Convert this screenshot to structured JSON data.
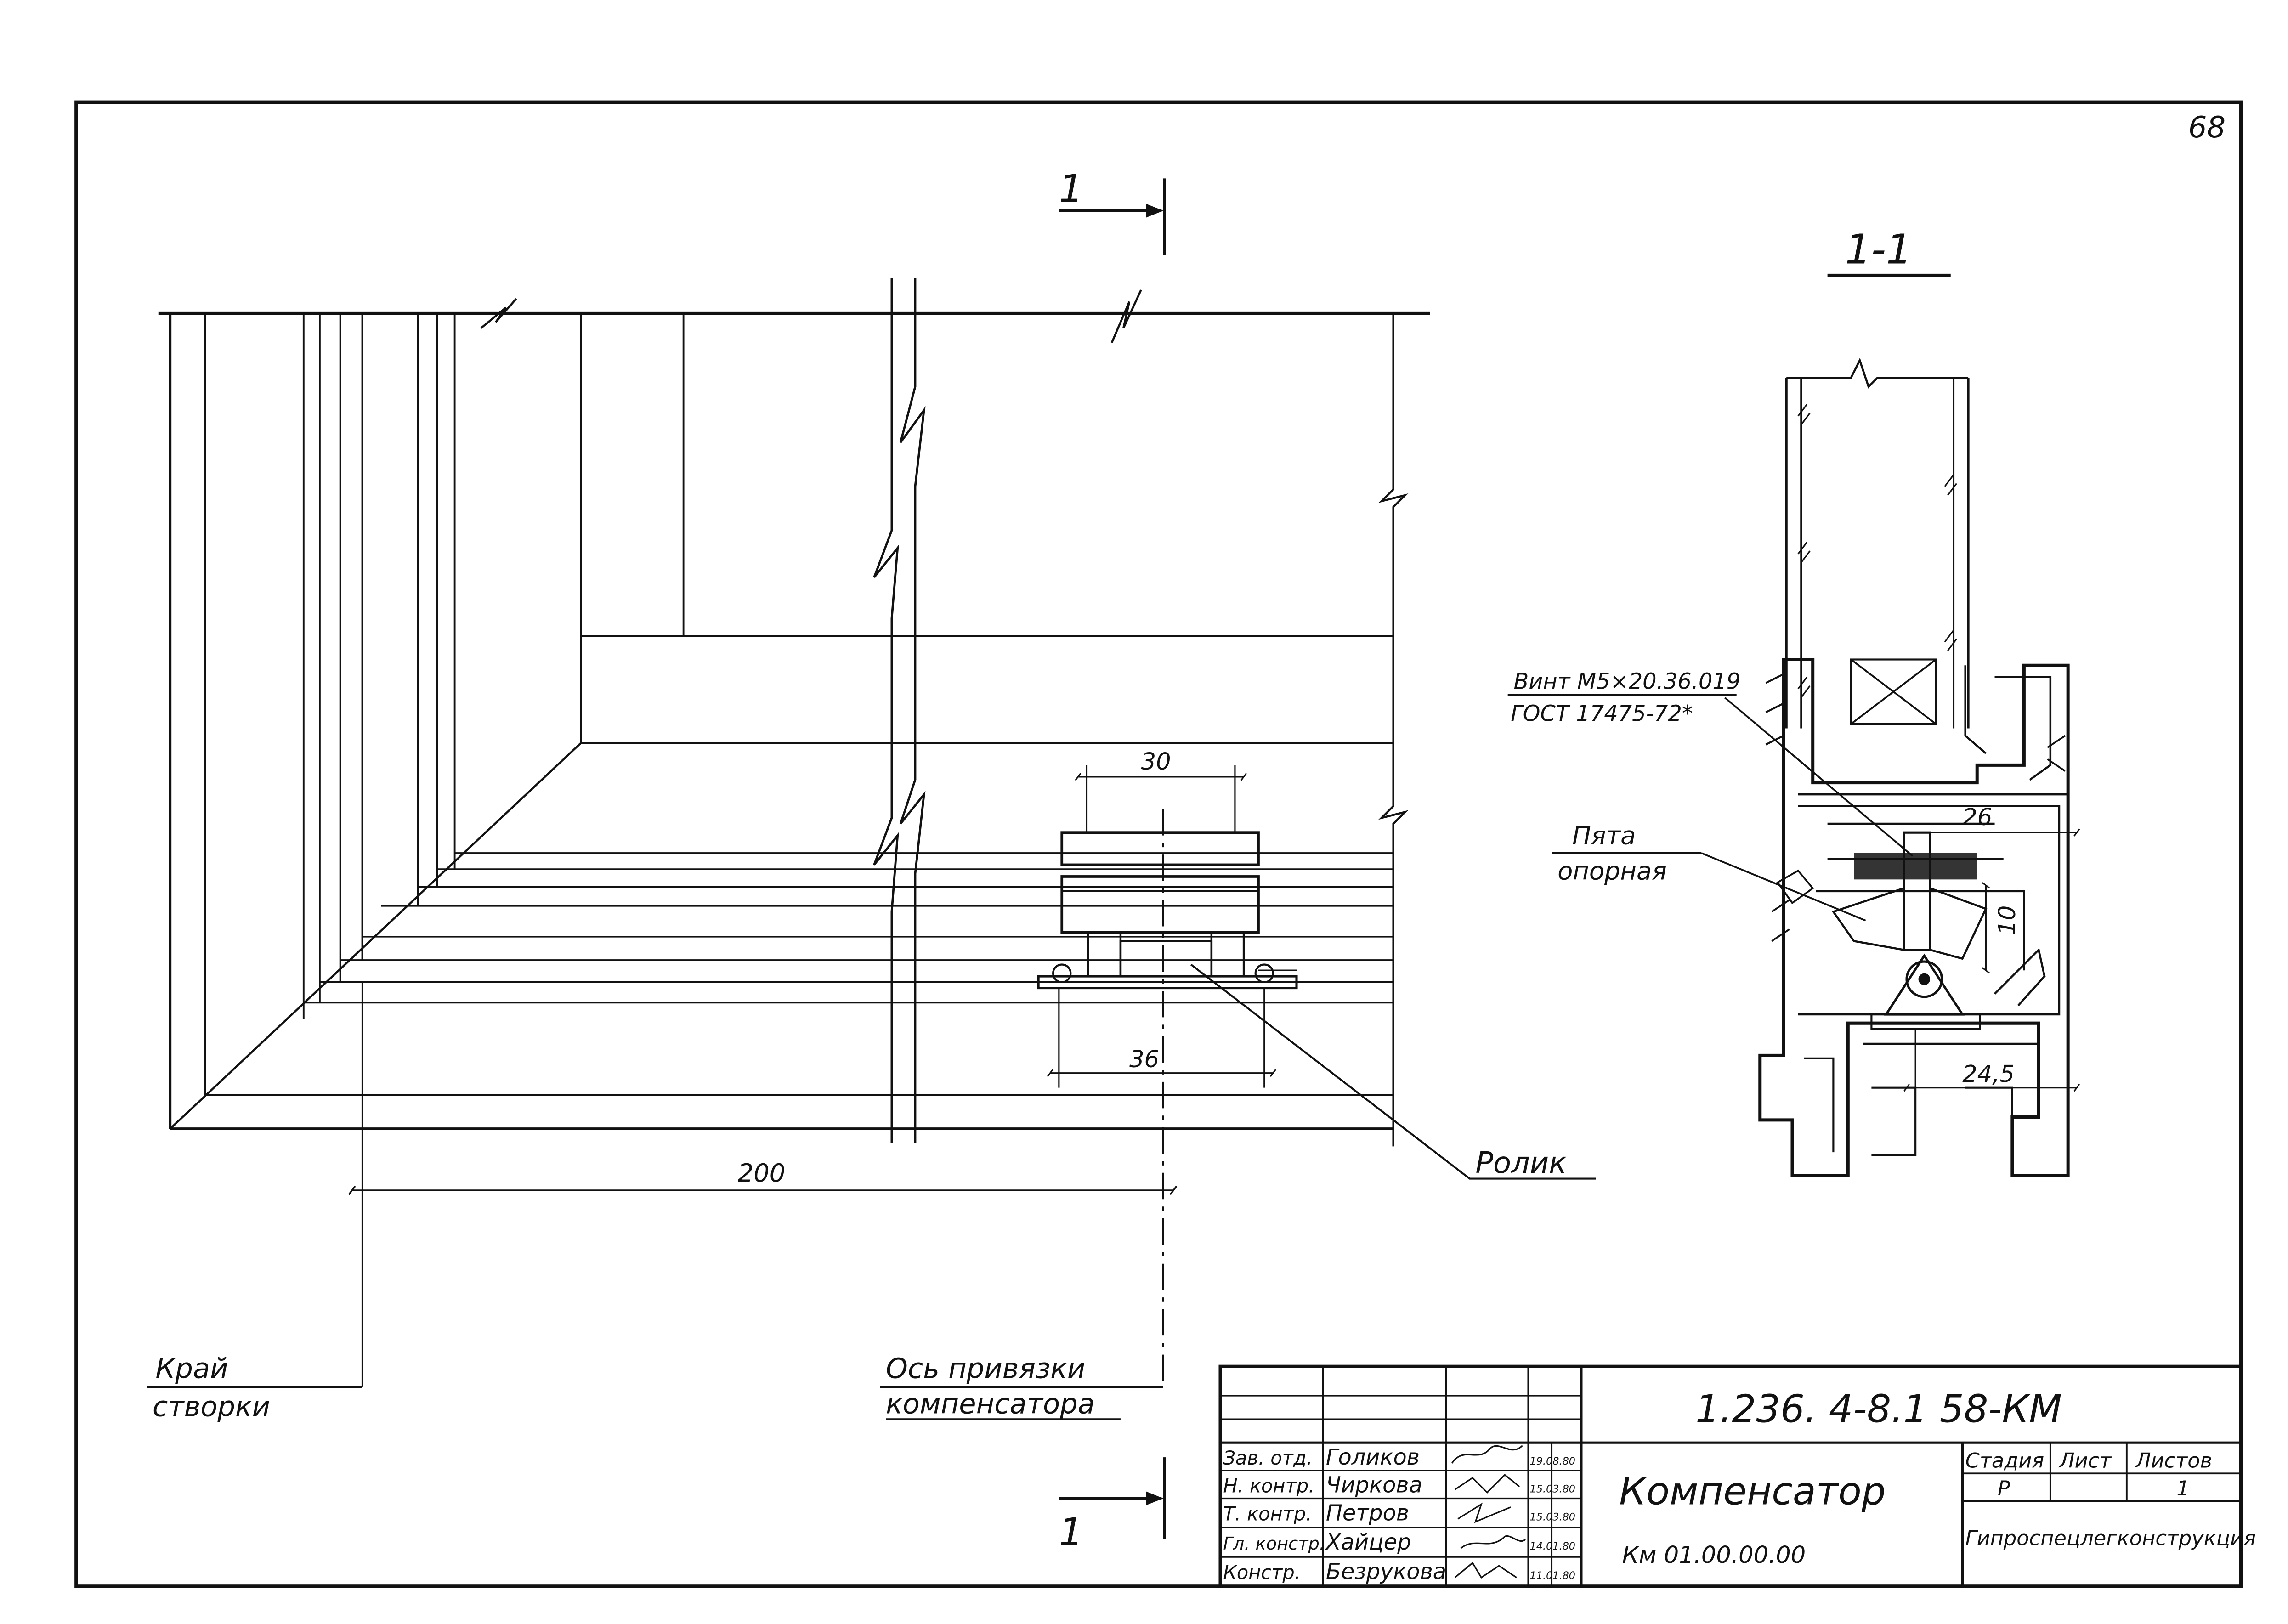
{
  "sheet_number": "68",
  "section_marks": {
    "top": "1",
    "bottom": "1"
  },
  "section_title": "1-1",
  "dimensions": {
    "roller_top_width": "30",
    "roller_base_width": "36",
    "offset_to_axis": "200",
    "section_dim_26": "26",
    "section_dim_10": "10",
    "section_dim_24_5": "24,5"
  },
  "callouts": {
    "edge_line1": "Край",
    "edge_line2": "створки",
    "axis_line1": "Ось привязки",
    "axis_line2": "компенсатора",
    "roller": "Ролик",
    "screw_line1": "Винт М5×20.36.019",
    "screw_line2": "ГОСТ 17475-72*",
    "heel_line1": "Пята",
    "heel_line2": "опорная"
  },
  "title_block": {
    "document_code": "1.236. 4-8.1   58-КМ",
    "item_title": "Компенсатор",
    "item_code": "Км 01.00.00.00",
    "stage_label": "Стадия",
    "sheet_label": "Лист",
    "sheets_label": "Листов",
    "stage_value": "Р",
    "sheet_value": "",
    "sheets_value": "1",
    "organization": "Гипроспецлегконструкция",
    "signatories": [
      {
        "role": "Зав. отд.",
        "name": "Голиков",
        "date": "19.08.80"
      },
      {
        "role": "Н. контр.",
        "name": "Чиркова",
        "date": "15.03.80"
      },
      {
        "role": "Т. контр.",
        "name": "Петров",
        "date": "15.03.80"
      },
      {
        "role": "Гл. констр.",
        "name": "Хайцер",
        "date": "14.01.80"
      },
      {
        "role": "Констр.",
        "name": "Безрукова",
        "date": "11.01.80"
      }
    ]
  }
}
